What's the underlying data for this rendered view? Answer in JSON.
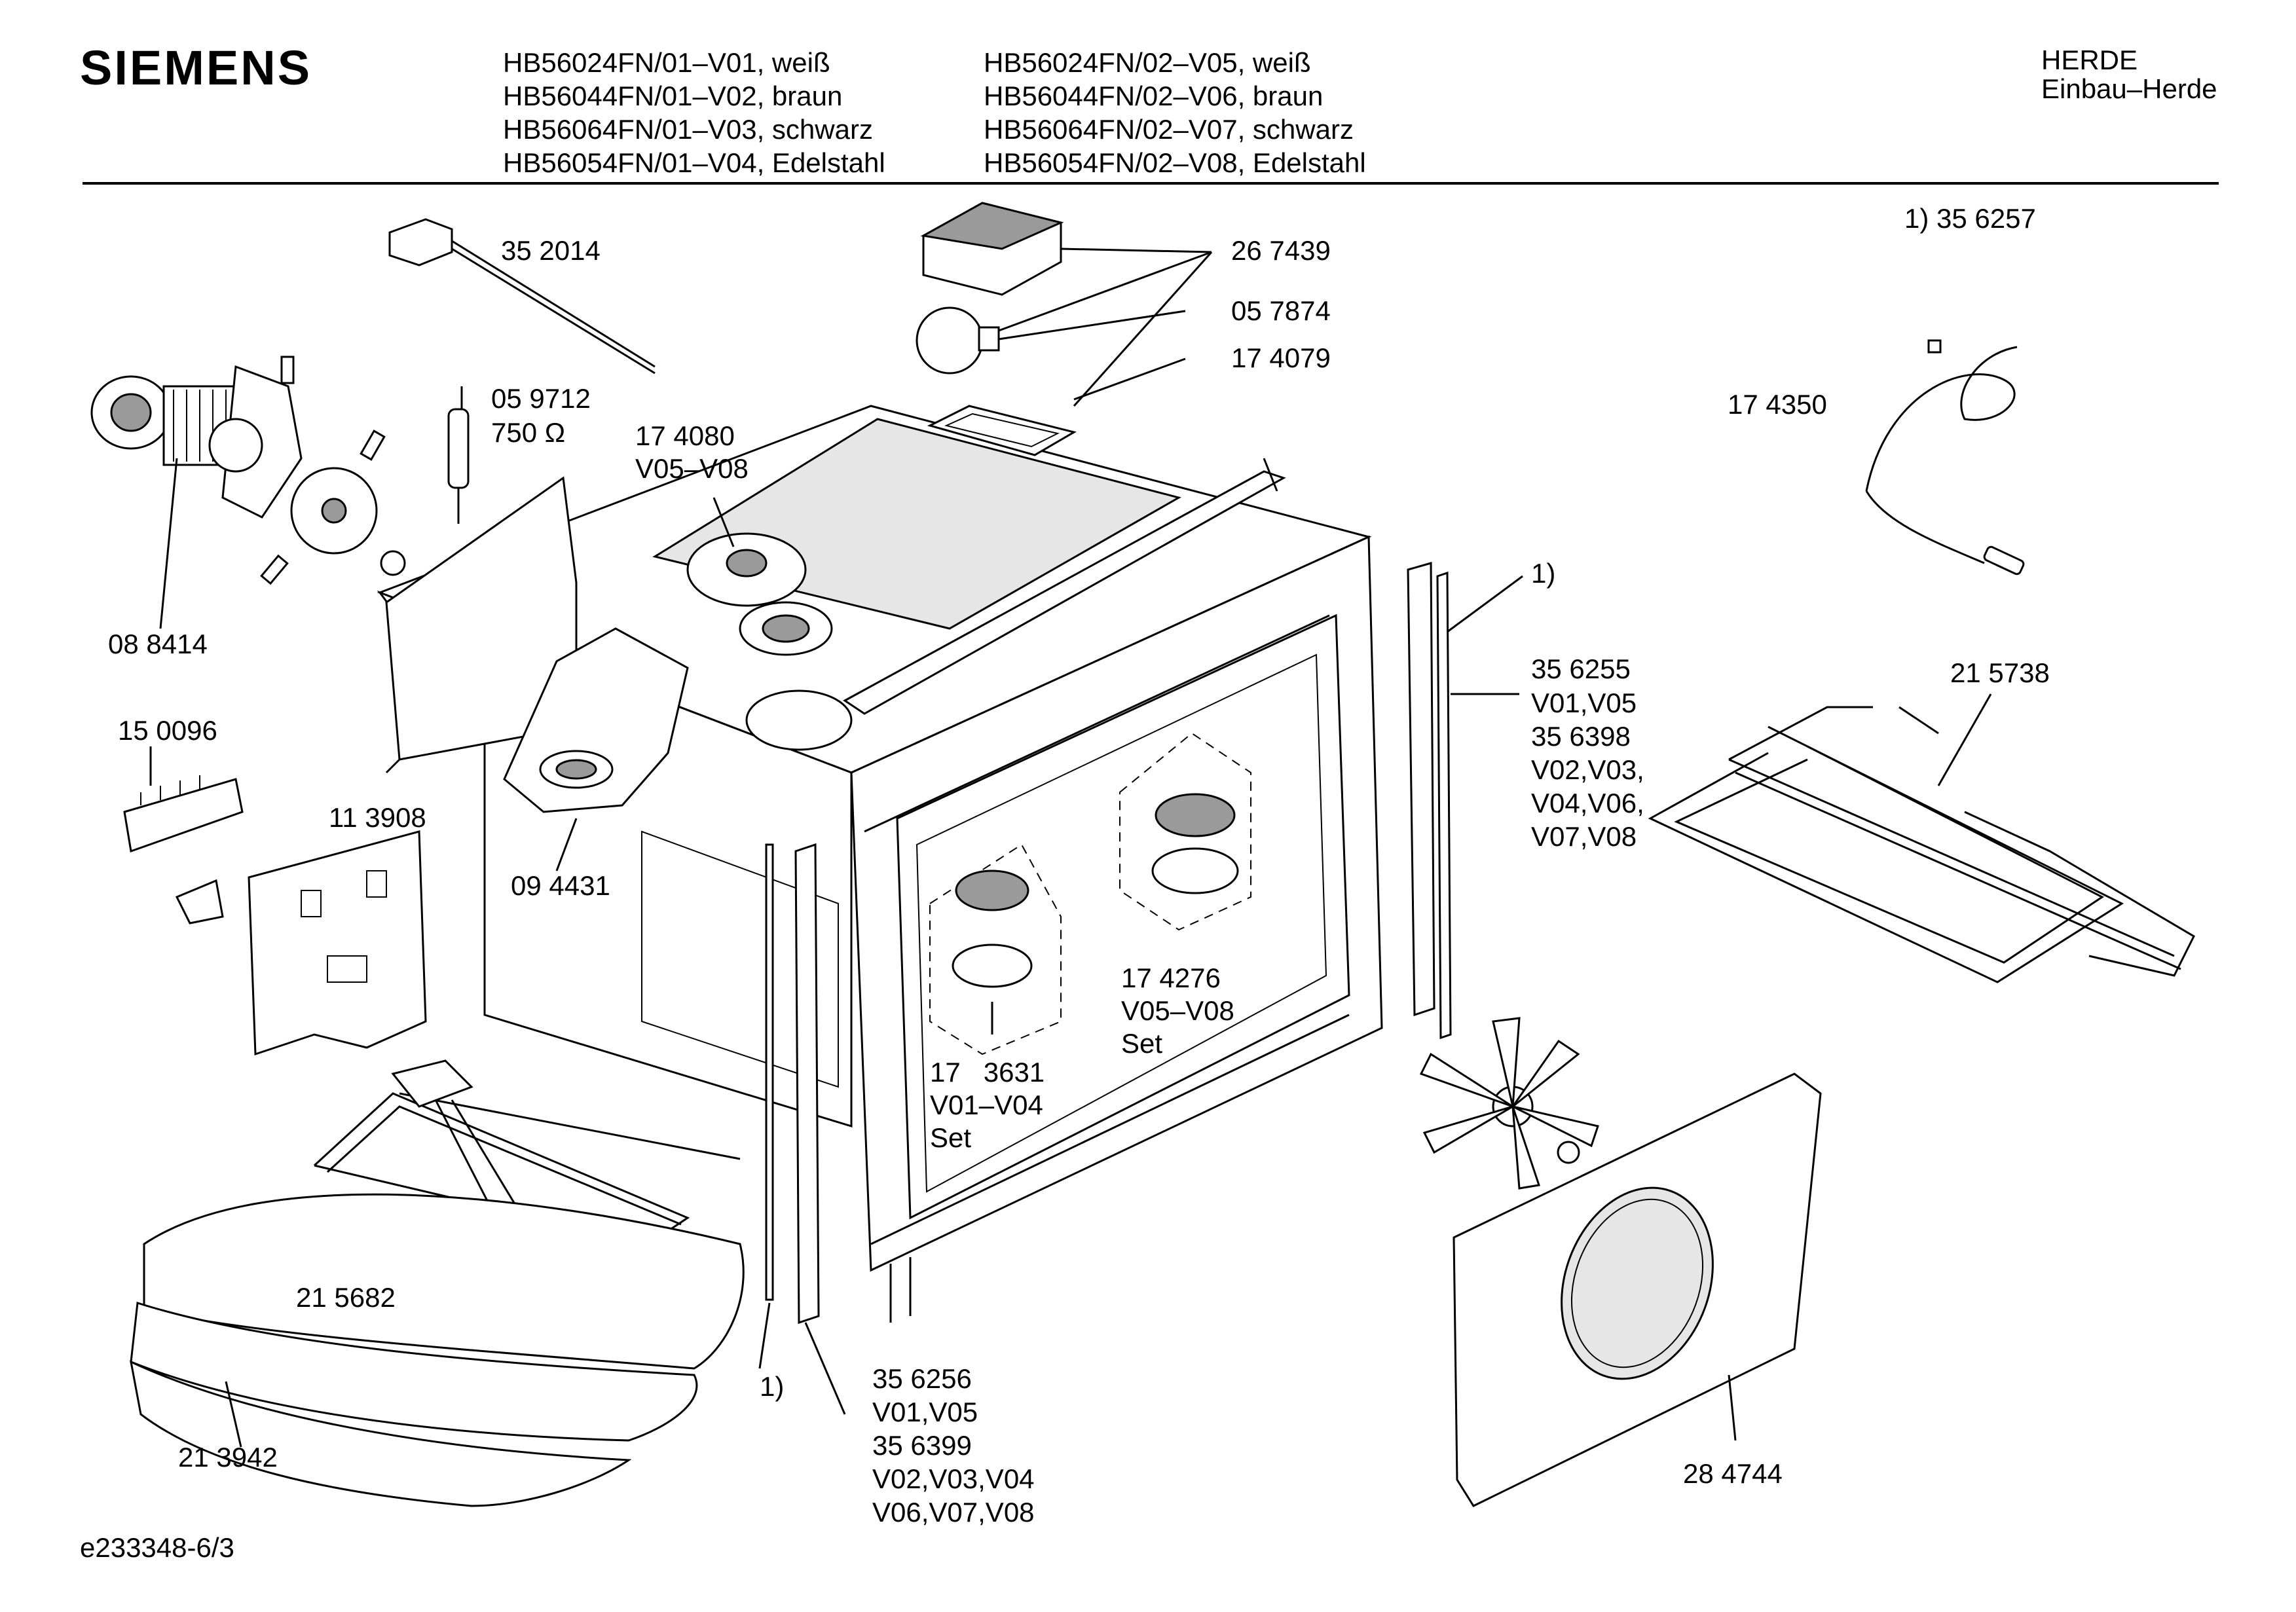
{
  "brand": "SIEMENS",
  "header": {
    "models_col1": [
      "HB56024FN/01–V01, weiß",
      "HB56044FN/01–V02, braun",
      "HB56064FN/01–V03, schwarz",
      "HB56054FN/01–V04, Edelstahl"
    ],
    "models_col2": [
      "HB56024FN/02–V05, weiß",
      "HB56044FN/02–V06, braun",
      "HB56064FN/02–V07, schwarz",
      "HB56054FN/02–V08, Edelstahl"
    ],
    "category": "HERDE",
    "subcategory": "Einbau–Herde"
  },
  "footnote": "1) 35 6257",
  "parts": {
    "p352014": "35 2014",
    "p267439": "26 7439",
    "p057874": "05 7874",
    "p174079": "17 4079",
    "p059712": "05 9712",
    "p059712_value": "750 Ω",
    "p174080": "17 4080",
    "p174080_var": "V05–V08",
    "p174350": "17 4350",
    "p088414": "08 8414",
    "ref1_top": "1)",
    "p356255": "35 6255",
    "p356255_var": "V01,V05",
    "p356398": "35 6398",
    "p356398_var1": "V02,V03,",
    "p356398_var2": "V04,V06,",
    "p356398_var3": "V07,V08",
    "p150096": "15 0096",
    "p113908": "11 3908",
    "p215738": "21 5738",
    "p094431": "09 4431",
    "p174276": "17 4276",
    "p174276_var": "V05–V08",
    "p174276_set": "Set",
    "p173631": "17   3631",
    "p173631_var": "V01–V04",
    "p173631_set": "Set",
    "p215682": "21 5682",
    "ref1_bottom": "1)",
    "p356256": "35 6256",
    "p356256_var": "V01,V05",
    "p356399": "35 6399",
    "p356399_var1": "V02,V03,V04",
    "p356399_var2": "V06,V07,V08",
    "p284744": "28 4744",
    "p213942": "21 3942"
  },
  "doc_id": "e233348-6/3"
}
